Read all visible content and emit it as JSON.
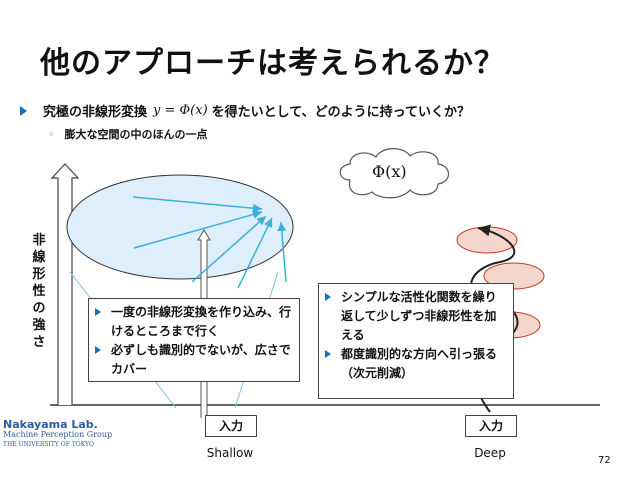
{
  "slide": {
    "title": "他のアプローチは考えられるか？",
    "bullet_prefix": "究極の非線形変換",
    "formula": "y = Φ(x)",
    "bullet_suffix": "を得たいとして、どのように持っていくか？",
    "sub_bullet": "膨大な空間の中のほんの一点",
    "sub_marker": "◦",
    "cloud_label": "Φ(x)",
    "y_axis_chars": [
      "非",
      "線",
      "形",
      "性",
      "の",
      "強",
      "さ"
    ],
    "left_box": {
      "items": [
        "一度の非線形変換を作り込み、行けるところまで行く",
        "必ずしも識別的でないが、広さでカバー"
      ]
    },
    "right_box": {
      "items": [
        "シンプルな活性化関数を繰り返して少しずつ非線形性を加える",
        "都度識別的な方向へ引っ張る（次元削減）"
      ]
    },
    "input_left": "入力",
    "input_right": "入力",
    "caption_left": "Shallow",
    "caption_right": "Deep",
    "footer": {
      "line1": "Nakayama Lab.",
      "line2": "Machine Perception Group",
      "line3": "THE UNIVERSITY OF TOKYO"
    },
    "page_number": "72"
  },
  "colors": {
    "accent": "#1f6fb5",
    "ellipse_fill": "#dfeefb",
    "arrow_cyan": "#3ab0dc",
    "disk_fill": "#f5d6cc",
    "disk_stroke": "#c0392b"
  }
}
